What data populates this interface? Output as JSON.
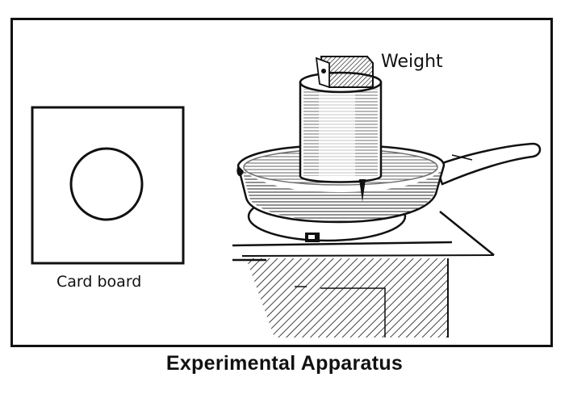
{
  "figure": {
    "caption": "Experimental Apparatus",
    "labels": {
      "weight": "Weight",
      "cardboard": "Card board"
    },
    "components": [
      {
        "id": "cardboard",
        "label": "Card board",
        "description": "square sheet with circle drawn in center"
      },
      {
        "id": "weight",
        "label": "Weight",
        "description": "hatched block on top of cylinder"
      },
      {
        "id": "cylinder",
        "description": "tall cylinder (can) standing in pan"
      },
      {
        "id": "frying-pan",
        "description": "pan with handle holding water, resting on heater/ring"
      },
      {
        "id": "table",
        "description": "flat board on hatched stand"
      }
    ],
    "colors": {
      "ink": "#111111",
      "paper": "#ffffff"
    }
  }
}
